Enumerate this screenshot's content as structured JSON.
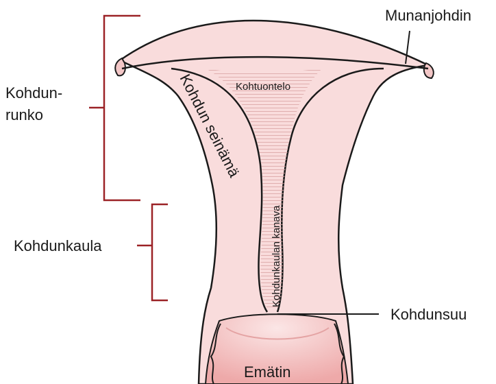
{
  "labels": {
    "body_line1": "Kohdun-",
    "body_line2": "runko",
    "cervix": "Kohdunkaula",
    "tube": "Munanjohdin",
    "cavity": "Kohtuontelo",
    "wall": "Kohdun seinämä",
    "canal": "Kohdunkaulan kanava",
    "os": "Kohdunsuu",
    "vagina": "Emätin"
  },
  "colors": {
    "tissue": "#f9dcdc",
    "tissue_dark": "#f0b8b8",
    "outline": "#1a1a1a",
    "bracket": "#9b2226",
    "canal_lines": "#d9a3a3"
  }
}
